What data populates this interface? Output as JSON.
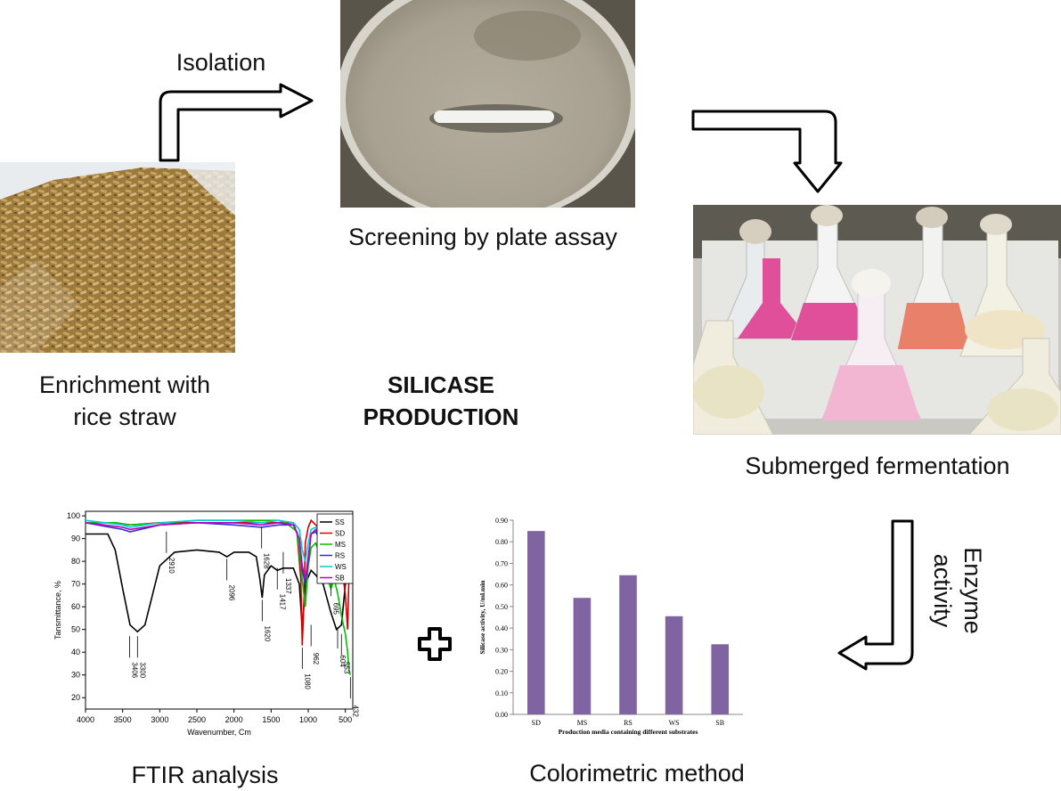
{
  "labels": {
    "isolation": "Isolation",
    "screening": "Screening by plate assay",
    "enrichment_line1": "Enrichment with",
    "enrichment_line2": "rice straw",
    "silicase_line1": "SILICASE",
    "silicase_line2": "PRODUCTION",
    "submerged": "Submerged fermentation",
    "enzyme_line1": "Enzyme",
    "enzyme_line2": "activity",
    "ftir": "FTIR analysis",
    "colorimetric": "Colorimetric method"
  },
  "colors": {
    "bar": "#8064a2",
    "pink": "#e0509a",
    "orange": "#e8806a",
    "straw": "#b8924a"
  },
  "chart_data": [
    {
      "type": "line",
      "xlabel": "Wavenumber, Cm",
      "ylabel": "Tansmittance, %",
      "x_ticks": [
        "4000",
        "3500",
        "3000",
        "2500",
        "2000",
        "1500",
        "1000",
        "500"
      ],
      "y_ticks": [
        "100",
        "90",
        "80",
        "70",
        "60",
        "50",
        "40",
        "30",
        "20"
      ],
      "xlim": [
        4000,
        400
      ],
      "ylim": [
        15,
        102
      ],
      "legend": [
        "SS",
        "SD",
        "MS",
        "RS",
        "WS",
        "SB"
      ],
      "legend_position": "top-right",
      "peak_labels": [
        "3406",
        "3300",
        "2910",
        "2096",
        "1628",
        "1620",
        "1417",
        "1337",
        "1080",
        "962",
        "695",
        "604",
        "553",
        "432"
      ],
      "series": [
        {
          "name": "SS",
          "color": "#000000",
          "points": [
            [
              4000,
              92
            ],
            [
              3700,
              92
            ],
            [
              3600,
              85
            ],
            [
              3500,
              68
            ],
            [
              3400,
              52
            ],
            [
              3300,
              49
            ],
            [
              3200,
              52
            ],
            [
              3100,
              65
            ],
            [
              3000,
              78
            ],
            [
              2800,
              84
            ],
            [
              2500,
              85
            ],
            [
              2200,
              84
            ],
            [
              2096,
              82
            ],
            [
              2000,
              84
            ],
            [
              1800,
              84
            ],
            [
              1700,
              82
            ],
            [
              1650,
              72
            ],
            [
              1620,
              64
            ],
            [
              1590,
              74
            ],
            [
              1500,
              78
            ],
            [
              1417,
              76
            ],
            [
              1337,
              77
            ],
            [
              1200,
              77
            ],
            [
              1120,
              70
            ],
            [
              1080,
              50
            ],
            [
              1040,
              70
            ],
            [
              962,
              76
            ],
            [
              900,
              74
            ],
            [
              800,
              70
            ],
            [
              700,
              58
            ],
            [
              620,
              50
            ],
            [
              553,
              52
            ],
            [
              500,
              70
            ],
            [
              460,
              78
            ],
            [
              432,
              80
            ]
          ]
        },
        {
          "name": "SD",
          "color": "#d00000",
          "points": [
            [
              4000,
              97
            ],
            [
              3600,
              97
            ],
            [
              3400,
              96
            ],
            [
              3000,
              97
            ],
            [
              2500,
              97
            ],
            [
              2000,
              97
            ],
            [
              1700,
              97
            ],
            [
              1300,
              97
            ],
            [
              1200,
              97
            ],
            [
              1150,
              92
            ],
            [
              1100,
              72
            ],
            [
              1080,
              43
            ],
            [
              1060,
              60
            ],
            [
              1040,
              88
            ],
            [
              1000,
              95
            ],
            [
              960,
              98
            ],
            [
              900,
              96
            ],
            [
              800,
              94
            ],
            [
              700,
              90
            ],
            [
              600,
              84
            ],
            [
              553,
              80
            ],
            [
              500,
              65
            ],
            [
              470,
              50
            ],
            [
              450,
              75
            ],
            [
              432,
              80
            ]
          ]
        },
        {
          "name": "MS",
          "color": "#00c000",
          "points": [
            [
              4000,
              97
            ],
            [
              3600,
              97
            ],
            [
              3400,
              96
            ],
            [
              2900,
              97
            ],
            [
              2500,
              98
            ],
            [
              2000,
              98
            ],
            [
              1628,
              98
            ],
            [
              1400,
              98
            ],
            [
              1300,
              97
            ],
            [
              1150,
              93
            ],
            [
              1080,
              72
            ],
            [
              1040,
              60
            ],
            [
              1000,
              78
            ],
            [
              962,
              86
            ],
            [
              900,
              88
            ],
            [
              850,
              84
            ],
            [
              800,
              78
            ],
            [
              695,
              68
            ],
            [
              650,
              72
            ],
            [
              604,
              66
            ],
            [
              553,
              56
            ],
            [
              500,
              48
            ],
            [
              470,
              40
            ],
            [
              450,
              32
            ],
            [
              432,
              30
            ]
          ]
        },
        {
          "name": "RS",
          "color": "#3030d0",
          "points": [
            [
              4000,
              97
            ],
            [
              3500,
              94
            ],
            [
              3400,
              93
            ],
            [
              3000,
              96
            ],
            [
              2500,
              97
            ],
            [
              2000,
              96
            ],
            [
              1628,
              95
            ],
            [
              1400,
              96
            ],
            [
              1200,
              96
            ],
            [
              1120,
              90
            ],
            [
              1080,
              76
            ],
            [
              1040,
              70
            ],
            [
              1000,
              80
            ],
            [
              962,
              92
            ],
            [
              900,
              93
            ],
            [
              800,
              88
            ],
            [
              700,
              82
            ],
            [
              604,
              80
            ],
            [
              553,
              78
            ],
            [
              500,
              79
            ],
            [
              432,
              78
            ]
          ]
        },
        {
          "name": "WS",
          "color": "#00d0d0",
          "points": [
            [
              4000,
              98
            ],
            [
              3500,
              96
            ],
            [
              3400,
              95
            ],
            [
              3000,
              97
            ],
            [
              2500,
              98
            ],
            [
              2000,
              98
            ],
            [
              1628,
              97
            ],
            [
              1400,
              98
            ],
            [
              1200,
              97
            ],
            [
              1120,
              94
            ],
            [
              1080,
              85
            ],
            [
              1040,
              80
            ],
            [
              1000,
              88
            ],
            [
              962,
              94
            ],
            [
              900,
              95
            ],
            [
              800,
              92
            ],
            [
              700,
              88
            ],
            [
              604,
              92
            ],
            [
              553,
              93
            ],
            [
              500,
              94
            ],
            [
              432,
              94
            ]
          ]
        },
        {
          "name": "SB",
          "color": "#c000c0",
          "points": [
            [
              4000,
              97
            ],
            [
              3500,
              95
            ],
            [
              3400,
              94
            ],
            [
              3000,
              96
            ],
            [
              2500,
              97
            ],
            [
              2000,
              97
            ],
            [
              1628,
              96
            ],
            [
              1400,
              97
            ],
            [
              1200,
              96
            ],
            [
              1120,
              90
            ],
            [
              1080,
              78
            ],
            [
              1040,
              72
            ],
            [
              1000,
              82
            ],
            [
              962,
              92
            ],
            [
              900,
              94
            ],
            [
              800,
              90
            ],
            [
              700,
              86
            ],
            [
              604,
              88
            ],
            [
              553,
              89
            ],
            [
              500,
              90
            ],
            [
              432,
              89
            ]
          ]
        }
      ]
    },
    {
      "type": "bar",
      "xlabel": "Production media containing different substrates",
      "ylabel": "Silicase activity, U/ml.min",
      "categories": [
        "SD",
        "MS",
        "RS",
        "WS",
        "SB"
      ],
      "values": [
        0.85,
        0.54,
        0.645,
        0.455,
        0.325
      ],
      "y_ticks": [
        "0.00",
        "0.10",
        "0.20",
        "0.30",
        "0.40",
        "0.50",
        "0.60",
        "0.70",
        "0.80",
        "0.90"
      ],
      "ylim": [
        0,
        0.9
      ]
    }
  ]
}
